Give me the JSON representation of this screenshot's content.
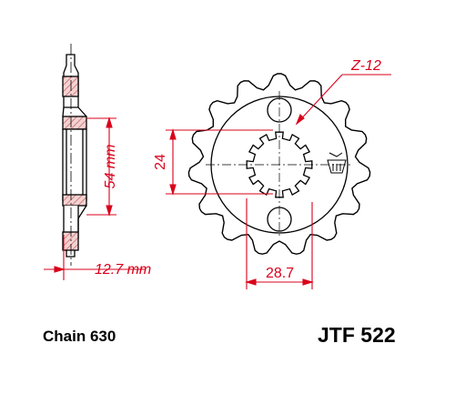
{
  "labels": {
    "teeth": "Z-12",
    "bore_dim": "24",
    "bolt_circle": "54 mm",
    "thickness": "12.7 mm",
    "width_dim": "28.7"
  },
  "footer": {
    "chain": "Chain 630",
    "part_number": "JTF 522"
  },
  "colors": {
    "line": "#000000",
    "dimension": "#d9001b",
    "hatch_fill": "#f2c9c9"
  }
}
